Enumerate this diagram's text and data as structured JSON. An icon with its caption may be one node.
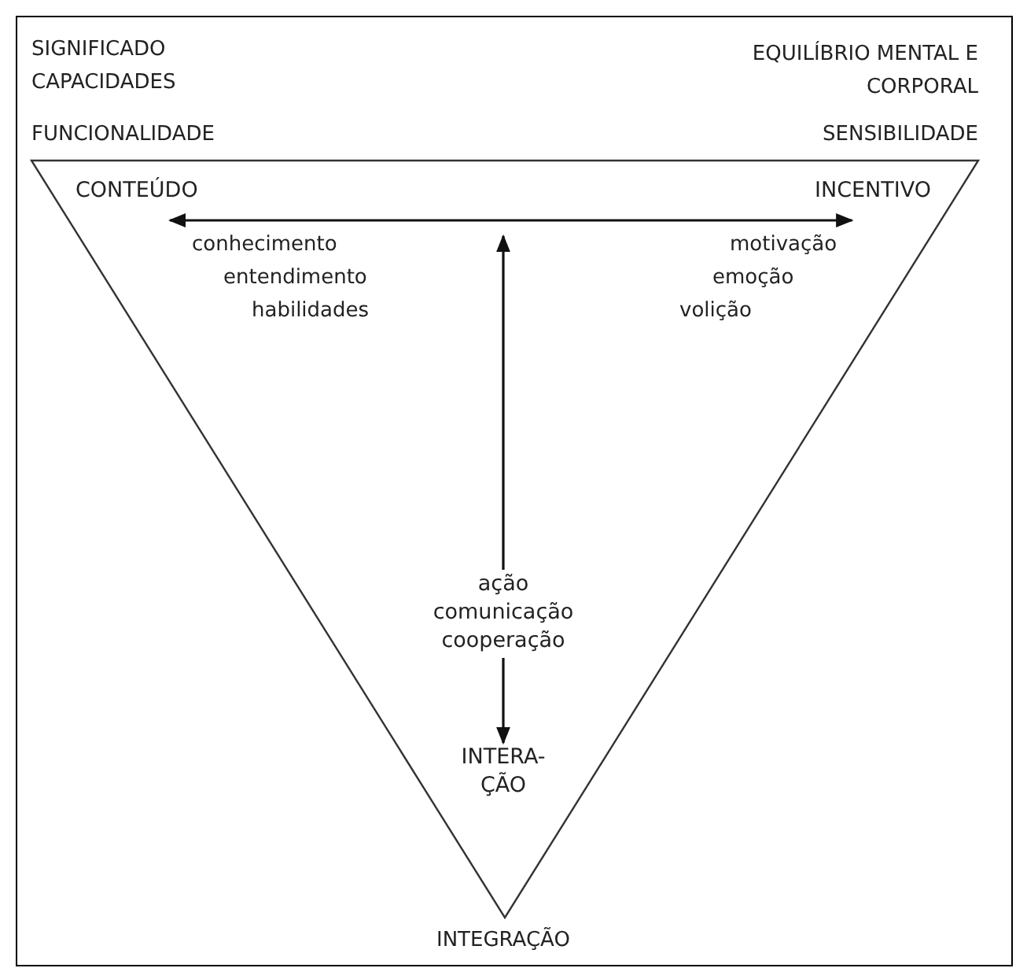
{
  "diagram": {
    "nodes": [
      {
        "text": [],
        "shape": "triangle"
      },
      {
        "text": [
          "CONTEÚDO"
        ],
        "in": 0
      },
      {
        "text": [
          "INCENTIVO"
        ],
        "in": 0
      },
      {
        "text": [
          "ação comunicação cooperação"
        ],
        "in": 0
      },
      {
        "text": [
          "INTERA- ÇÃO"
        ],
        "in": 0
      }
    ],
    "edges": [
      {
        "from": 1,
        "to": 2,
        "arrow": "both"
      },
      {
        "from": 3,
        "to": null,
        "arrow": "to"
      },
      {
        "from": 3,
        "to": 4,
        "arrow": "to"
      }
    ],
    "labels": [
      "SIGNIFICADO",
      "EQUILÍBRIO MENTAL E CORPORAL",
      "CAPACIDADES",
      "FUNCIONALIDADE",
      "SENSIBILIDADE",
      "conhecimento",
      "motivação",
      "entendimento",
      "emoção",
      "habilidades",
      "volição",
      "INTEGRAÇÃO"
    ]
  }
}
